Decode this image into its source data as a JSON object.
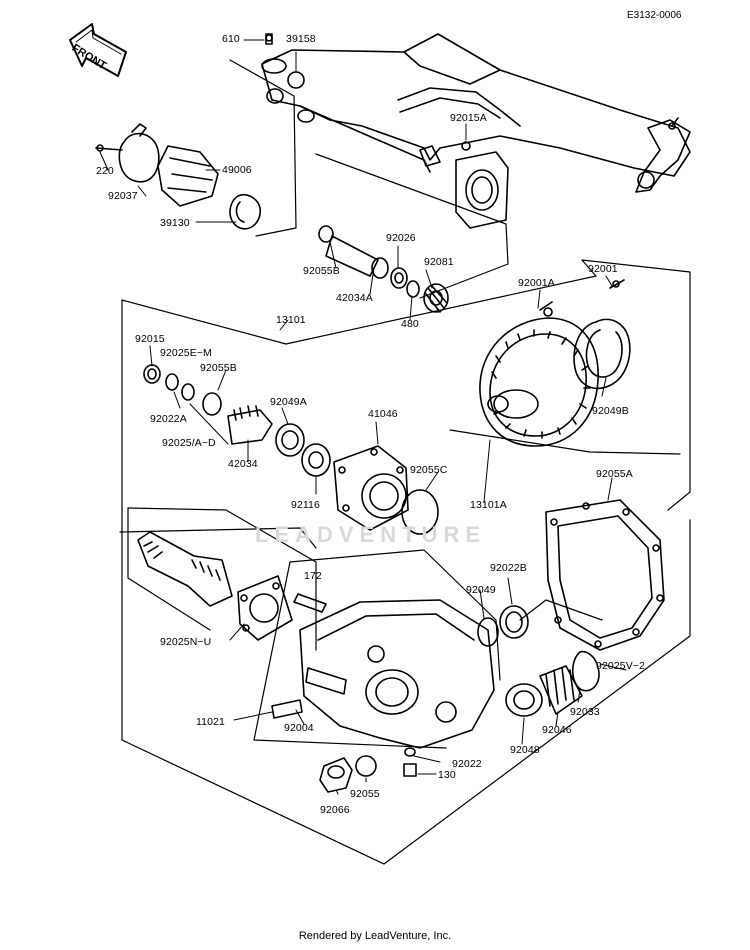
{
  "diagram_code": "E3132-0006",
  "front_label": "FRONT",
  "watermark": "LEADVENTURE",
  "footer": "Rendered by LeadVenture, Inc.",
  "parts": [
    "610",
    "39158",
    "92015A",
    "220",
    "92037",
    "49006",
    "39130",
    "92026",
    "92081",
    "92055B",
    "42034A",
    "480",
    "92001A",
    "92001",
    "13101",
    "92015",
    "92025E~M",
    "92055B",
    "92022A",
    "92049A",
    "41046",
    "92025/A~D",
    "42034",
    "92116",
    "92055C",
    "92049B",
    "13101A",
    "92055A",
    "172",
    "92022B",
    "92049",
    "92025N~U",
    "92025V~2",
    "92033",
    "11021",
    "92004",
    "92048",
    "92046",
    "92022",
    "130",
    "92055",
    "92066"
  ]
}
